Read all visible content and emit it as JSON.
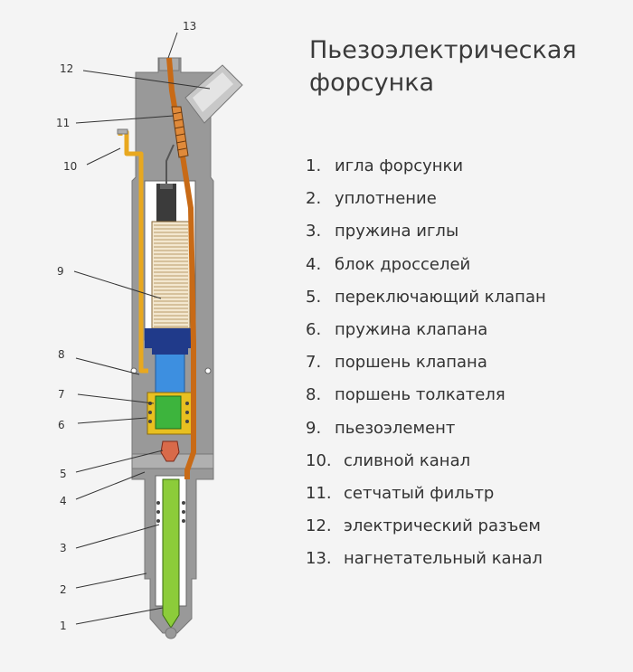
{
  "title": {
    "line1": "Пьезоэлектрическая",
    "line2": "форсунка"
  },
  "legend": [
    {
      "num": "1.",
      "label": "игла форсунки"
    },
    {
      "num": "2.",
      "label": "уплотнение"
    },
    {
      "num": "3.",
      "label": "пружина иглы"
    },
    {
      "num": "4.",
      "label": "блок дросселей"
    },
    {
      "num": "5.",
      "label": "переключающий клапан"
    },
    {
      "num": "6.",
      "label": "пружина клапана"
    },
    {
      "num": "7.",
      "label": "поршень клапана"
    },
    {
      "num": "8.",
      "label": "поршень толкателя"
    },
    {
      "num": "9.",
      "label": "пьезоэлемент"
    },
    {
      "num": "10.",
      "label": "сливной канал"
    },
    {
      "num": "11.",
      "label": "сетчатый фильтр"
    },
    {
      "num": "12.",
      "label": "электрический разъем"
    },
    {
      "num": "13.",
      "label": "нагнетательный канал"
    }
  ],
  "callouts": {
    "c1": "1",
    "c2": "2",
    "c3": "3",
    "c4": "4",
    "c5": "5",
    "c6": "6",
    "c7": "7",
    "c8": "8",
    "c9": "9",
    "c10": "10",
    "c11": "11",
    "c12": "12",
    "c13": "13"
  },
  "colors": {
    "body": "#999999",
    "cavity": "#ffffff",
    "fuel_channel": "#c86a16",
    "drain_channel": "#e8a820",
    "piezo": "#f3e7cf",
    "push_piston": "#3d8fe0",
    "valve_piston": "#3db43d",
    "needle": "#8ccc3a",
    "valve": "#d86a4a"
  }
}
